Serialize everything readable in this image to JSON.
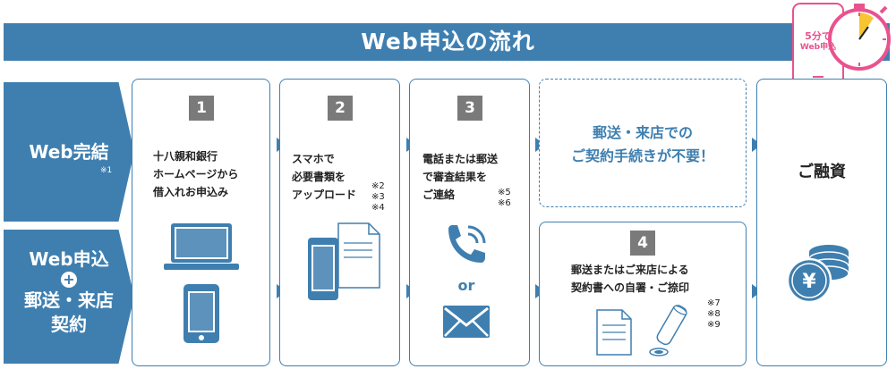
{
  "title": "Web申込の流れ",
  "timer": {
    "line1": "5分で",
    "line2": "Web申込"
  },
  "left": {
    "web_complete": {
      "label": "Web完結",
      "note": "※1"
    },
    "web_mail": {
      "line1": "Web申込",
      "line2": "+",
      "line3": "郵送・来店",
      "line4": "契約"
    }
  },
  "steps": [
    {
      "num": "1",
      "text": "十八親和銀行\nホームページから\n借入れお申込み",
      "notes": ""
    },
    {
      "num": "2",
      "text": "スマホで\n必要書類を\nアップロード",
      "notes": "※2\n※3\n※4"
    },
    {
      "num": "3",
      "text": "電話または郵送\nで審査結果を\nご連絡",
      "notes": "※5\n※6",
      "or_label": "or"
    },
    {
      "num": "4",
      "text": "郵送またはご来店による\n契約書への自署・ご捺印",
      "notes": "※7\n※8\n※9"
    }
  ],
  "no_procedure": "郵送・来店での\nご契約手続きが不要！",
  "final": {
    "label": "ご融資"
  },
  "colors": {
    "accent": "#3f7fb0",
    "badge": "#7a7a7a",
    "timer": "#e9528e"
  }
}
